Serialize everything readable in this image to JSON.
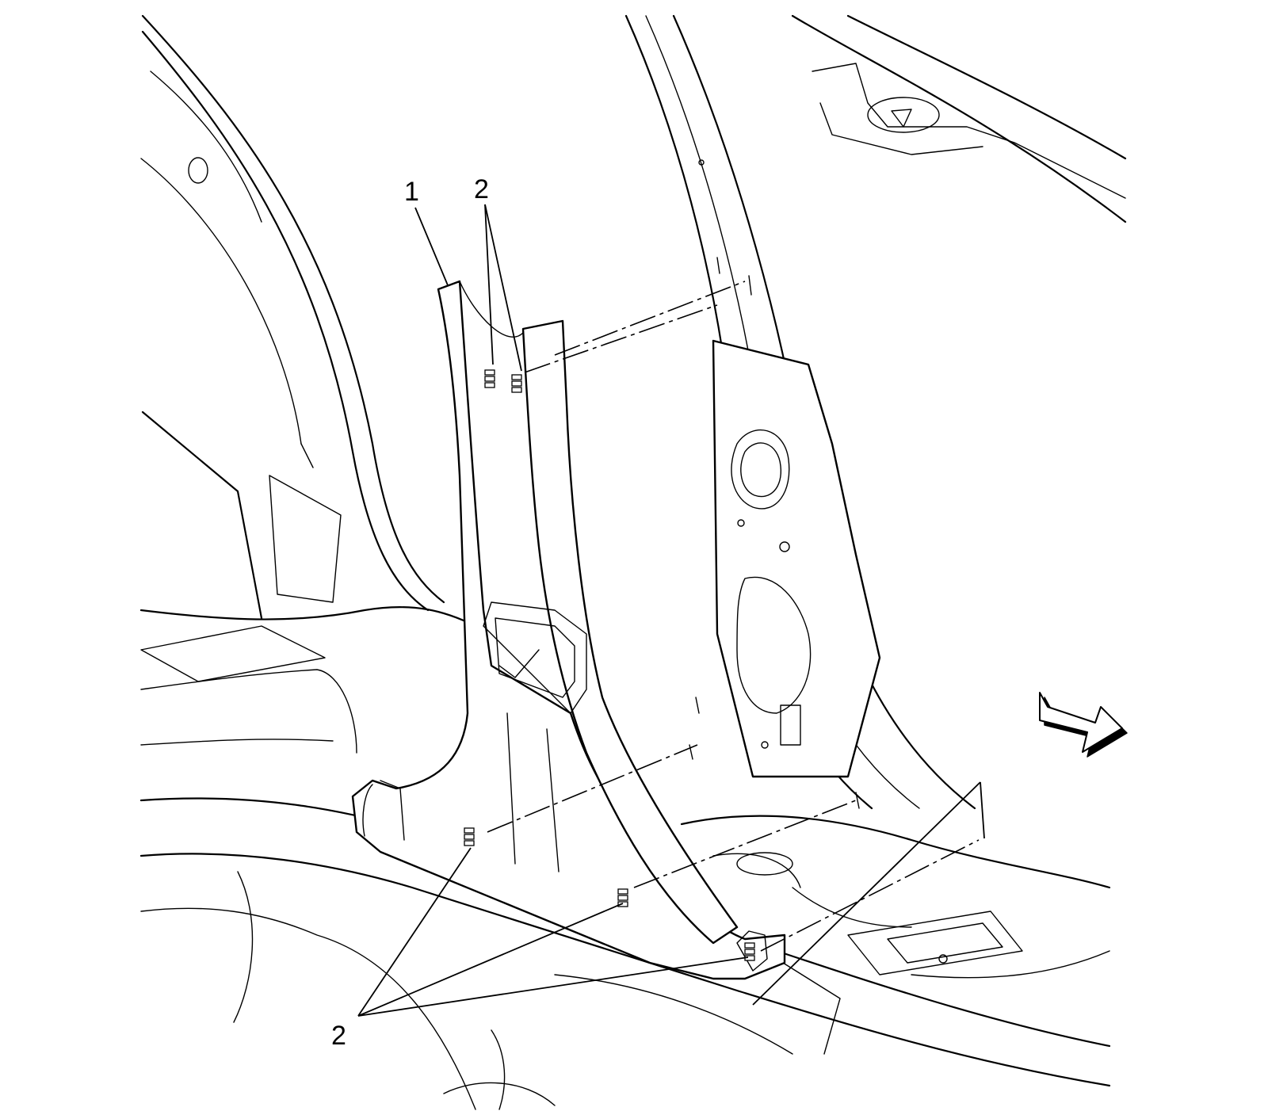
{
  "callouts": {
    "part_1": "1",
    "part_2_top": "2",
    "part_2_bottom": "2"
  },
  "icons": [
    "clip-icon",
    "direction-arrow-icon"
  ],
  "colors": {
    "line": "#000000",
    "background": "#ffffff"
  }
}
